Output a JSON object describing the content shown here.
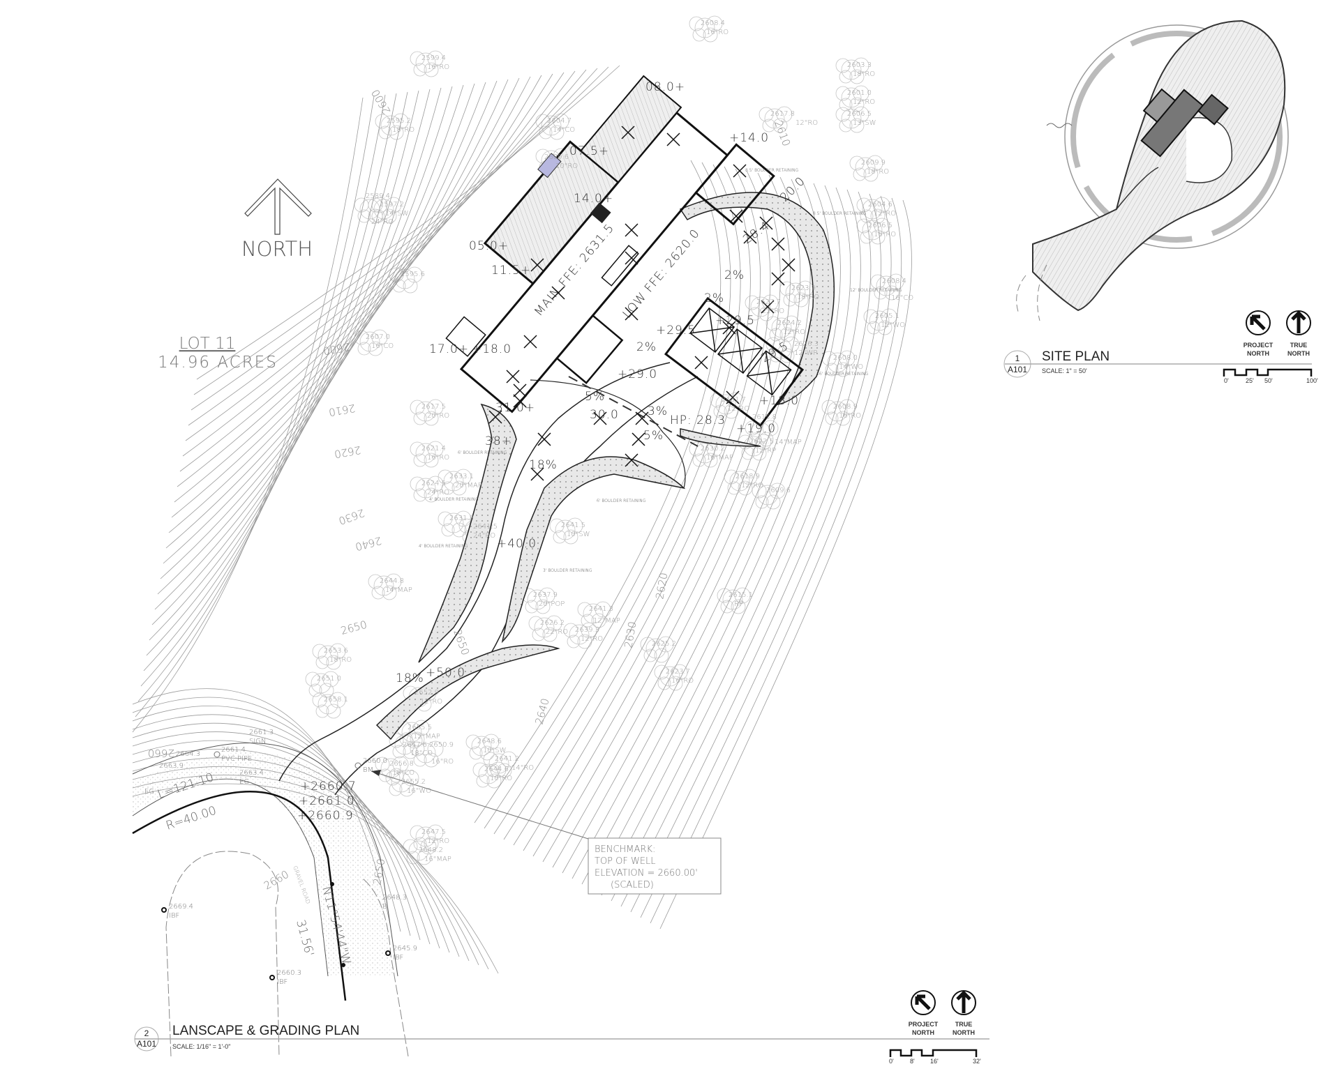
{
  "plan": {
    "north_label": "NORTH",
    "lot_label": "LOT 11",
    "acreage": "14.96 ACRES",
    "house": {
      "main_ffe": "MAIN FFE: 2631.5",
      "low_ffe": "LOW FFE: 2620.0"
    },
    "spot_elevations": [
      "08.0+",
      "+14.0",
      "07.5+",
      "14.0+",
      "05.0+",
      "11.5+",
      "17.0+",
      "+18.0",
      "+29.5",
      "+29.5",
      "29.5",
      "+29.0",
      "+18.0",
      "+19.0",
      "HP: 28.3",
      "30.0",
      "31.0+",
      "38+",
      "+40.0",
      "+50.0",
      "28.4",
      "20.0"
    ],
    "slopes": [
      "2%",
      "2%",
      "2%",
      "5%",
      "3%",
      "5%",
      "18%",
      "18%"
    ],
    "contour_labels": [
      "2600",
      "2610",
      "2620",
      "2630",
      "2640",
      "2650",
      "2660",
      "2660",
      "2600",
      "2610",
      "2620",
      "2630",
      "2640",
      "2650",
      "2650"
    ],
    "road_elevations": [
      "+2660.7",
      "+2661.0",
      "+2660.9"
    ],
    "curve": {
      "length": "L=121.10",
      "radius": "R=40.00"
    },
    "bearing": "N11°54'44\"W",
    "distance": "31.56'",
    "gravel_road": "GRAVEL ROAD",
    "survey_points": [
      {
        "elev": "2669.4",
        "code": "IBF"
      },
      {
        "elev": "2660.3",
        "code": "IBF"
      },
      {
        "elev": "2645.9",
        "code": "IBF"
      },
      {
        "elev": "2648.3",
        "code": "B"
      },
      {
        "elev": "2660.0",
        "code": "BM"
      },
      {
        "elev": "2661.4",
        "code": "PVC PIPE"
      },
      {
        "elev": "2661.3",
        "code": "SIGN"
      },
      {
        "elev": "2663.9",
        "code": ""
      },
      {
        "elev": "2664.3",
        "code": "EG"
      },
      {
        "elev": "2663.4",
        "code": "EG"
      }
    ],
    "trees": [
      {
        "elev": "2599.4",
        "desc": "16\"RO"
      },
      {
        "elev": "2608.4",
        "desc": "16\"RO"
      },
      {
        "elev": "2595.2",
        "desc": "18\"RO"
      },
      {
        "elev": "2604.7",
        "desc": "14\"CO"
      },
      {
        "elev": "2597.2",
        "desc": "14\"SW"
      },
      {
        "elev": "2609.6",
        "desc": "10\"RO"
      },
      {
        "elev": "2617.8",
        "desc": "12\"RO"
      },
      {
        "elev": "2623.9",
        "desc": "18\"RO"
      },
      {
        "elev": "2627.7",
        "desc": "22\"RO"
      },
      {
        "elev": "2624.2",
        "desc": "12\"RO"
      },
      {
        "elev": "2626.3",
        "desc": "12\"WP"
      },
      {
        "elev": "2631.7",
        "desc": "12\"RO"
      },
      {
        "elev": "2630.2",
        "desc": "16\"MAP"
      },
      {
        "elev": "2622.5",
        "desc": "12\"RP"
      },
      {
        "elev": "2615.8",
        "desc": "14\"MAP"
      },
      {
        "elev": "2603.3",
        "desc": "18\"RO"
      },
      {
        "elev": "2601.0",
        "desc": "12\"RO"
      },
      {
        "elev": "2606.5",
        "desc": "13\"SW"
      },
      {
        "elev": "2609.9",
        "desc": "18\"RO"
      },
      {
        "elev": "2604.6",
        "desc": "12\"RO"
      },
      {
        "elev": "2606.5",
        "desc": "16\"RO"
      },
      {
        "elev": "2608.4",
        "desc": "16\"CO"
      },
      {
        "elev": "2605.1",
        "desc": "12\"WO"
      },
      {
        "elev": "2608.0",
        "desc": "14\"WO"
      },
      {
        "elev": "2608.9",
        "desc": "16\"RO"
      },
      {
        "elev": "2589.4",
        "desc": "24\"RO"
      },
      {
        "elev": "2595.6",
        "desc": ""
      },
      {
        "elev": "2607.0",
        "desc": "16\"CO"
      },
      {
        "elev": "2617.5",
        "desc": "20\"RO"
      },
      {
        "elev": "2621.4",
        "desc": "16\"RO"
      },
      {
        "elev": "2624.5",
        "desc": "24\"RO"
      },
      {
        "elev": "2633.1",
        "desc": "20\"MAP"
      },
      {
        "elev": "2631.8",
        "desc": ""
      },
      {
        "elev": "2641.5",
        "desc": "10\"SW"
      },
      {
        "elev": "2641.5",
        "desc": "24\"RO"
      },
      {
        "elev": "2644.8",
        "desc": "14\"MAP"
      },
      {
        "elev": "2641.3",
        "desc": "12\"MAP"
      },
      {
        "elev": "2639.3",
        "desc": "12\"RO"
      },
      {
        "elev": "2637.9",
        "desc": "20\"POP"
      },
      {
        "elev": "2626.2",
        "desc": "22\"RO"
      },
      {
        "elev": "2623.7",
        "desc": "16\"RO"
      },
      {
        "elev": "2625.2",
        "desc": ""
      },
      {
        "elev": "2615.1",
        "desc": "RP"
      },
      {
        "elev": "2618.9",
        "desc": "12\"RO"
      },
      {
        "elev": "2609.6",
        "desc": ""
      },
      {
        "elev": "2653.6",
        "desc": "18\"RO"
      },
      {
        "elev": "2651.0",
        "desc": ""
      },
      {
        "elev": "2658.1",
        "desc": ""
      },
      {
        "elev": "2652.9",
        "desc": "12\"RO"
      },
      {
        "elev": "2655.5",
        "desc": "12\"MAP"
      },
      {
        "elev": "2657.6",
        "desc": "18\"CO"
      },
      {
        "elev": "2656.8",
        "desc": "18\"CO"
      },
      {
        "elev": "2655.2",
        "desc": "16\"WO"
      },
      {
        "elev": "2650.9",
        "desc": "16\"RO"
      },
      {
        "elev": "2648.6",
        "desc": "10\"SW"
      },
      {
        "elev": "2644.6",
        "desc": "10\"RO"
      },
      {
        "elev": "2641.2",
        "desc": "14\"RO"
      },
      {
        "elev": "2647.5",
        "desc": "12\"RO"
      },
      {
        "elev": "2648.2",
        "desc": "16\"MAP"
      }
    ],
    "retaining_labels": [
      "8.5' BOULDER RETAINING",
      "8.5' BOULDER RETAINING",
      "12' BOULDER RETAINING",
      "16' BOULDER RETAINING",
      "6' BOULDER RETAINING",
      "4' BOULDER RETAINING",
      "4' BOULDER RETAINING",
      "6' BOULDER RETAINING",
      "3' BOULDER RETAINING"
    ],
    "benchmark": {
      "line1": "BENCHMARK:",
      "line2": "TOP OF WELL",
      "line3": "ELEVATION = 2660.00'",
      "line4": "(SCALED)"
    }
  },
  "site_plan": {
    "number": "1",
    "sheet": "A101",
    "title": "SITE PLAN",
    "scale": "SCALE: 1\"  = 50'",
    "project_north": [
      "PROJECT",
      "NORTH"
    ],
    "true_north": [
      "TRUE",
      "NORTH"
    ],
    "scale_ticks": [
      "0'",
      "25'",
      "50'",
      "100'"
    ]
  },
  "grading_plan": {
    "number": "2",
    "sheet": "A101",
    "title": "LANSCAPE & GRADING PLAN",
    "scale": "SCALE: 1/16\" = 1'-0\"",
    "project_north": [
      "PROJECT",
      "NORTH"
    ],
    "true_north": [
      "TRUE",
      "NORTH"
    ],
    "scale_ticks": [
      "0'",
      "8'",
      "16'",
      "32'"
    ]
  },
  "colors": {
    "linework": "#111111",
    "contours": "#9a9a9a",
    "tree_clouds": "#c4c4c4",
    "window_highlight": "#b8b8e0",
    "roof_shade": "#e4e4e4"
  }
}
